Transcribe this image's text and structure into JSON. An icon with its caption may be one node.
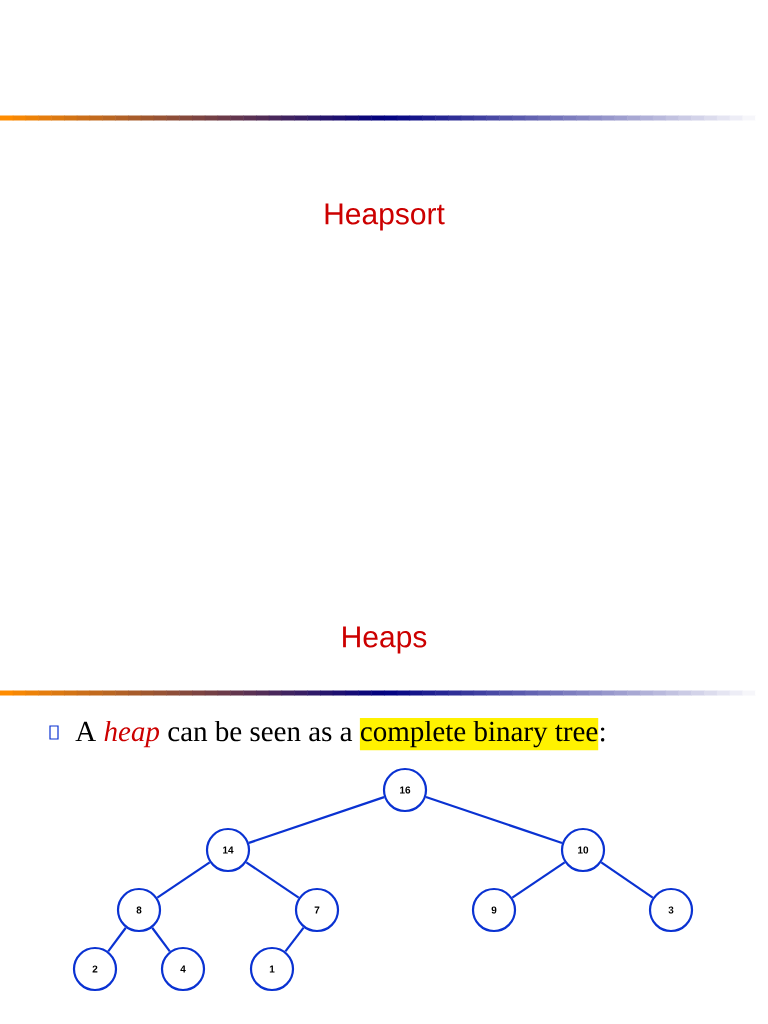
{
  "diagram": {
    "title": "Heapsort",
    "nodes": [
      {
        "text": [
          "16"
        ]
      },
      {
        "text": [
          "14"
        ]
      },
      {
        "text": [
          "10"
        ]
      },
      {
        "text": [
          "8"
        ]
      },
      {
        "text": [
          "7"
        ]
      },
      {
        "text": [
          "9"
        ]
      },
      {
        "text": [
          "3"
        ]
      },
      {
        "text": [
          "2"
        ]
      },
      {
        "text": [
          "4"
        ]
      },
      {
        "text": [
          "1"
        ]
      }
    ],
    "edges": [
      {
        "from": 0,
        "to": 1,
        "arrow": "none"
      },
      {
        "from": 0,
        "to": 2,
        "arrow": "none"
      },
      {
        "from": 1,
        "to": 3,
        "arrow": "none"
      },
      {
        "from": 1,
        "to": 4,
        "arrow": "none"
      },
      {
        "from": 2,
        "to": 5,
        "arrow": "none"
      },
      {
        "from": 2,
        "to": 6,
        "arrow": "none"
      },
      {
        "from": 3,
        "to": 7,
        "arrow": "none"
      },
      {
        "from": 3,
        "to": 8,
        "arrow": "none"
      },
      {
        "from": 4,
        "to": 9,
        "arrow": "none"
      }
    ],
    "labels": [
      "Heaps",
      "A",
      "heap",
      "can be seen as a",
      "complete binary tree",
      ":"
    ]
  }
}
